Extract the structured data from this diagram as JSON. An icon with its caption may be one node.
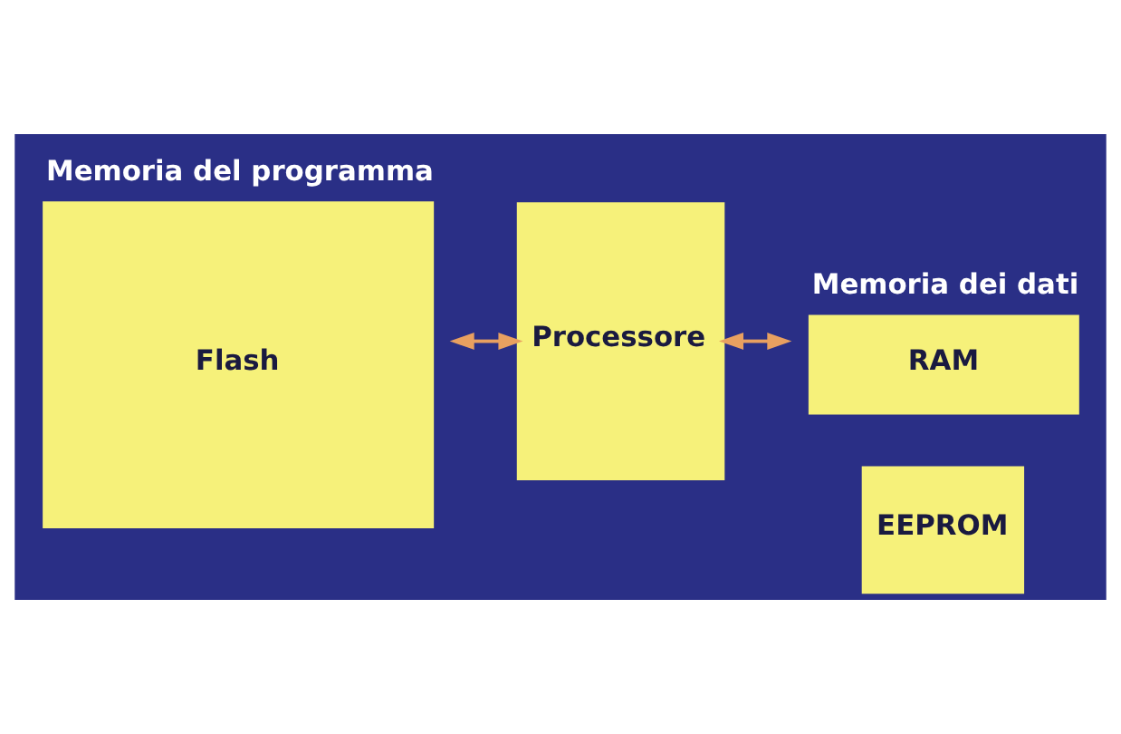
{
  "diagram": {
    "nodes": [
      {
        "text": [
          "Memoria del programma",
          "Flash"
        ]
      },
      {
        "text": [
          "Processore"
        ]
      },
      {
        "text": [
          "Memoria dei dati",
          "RAM"
        ]
      },
      {
        "text": [
          "EEPROM"
        ]
      }
    ],
    "edges": [
      {
        "from": 0,
        "to": 1,
        "arrow": "both"
      },
      {
        "from": 1,
        "to": 2,
        "arrow": "both"
      }
    ]
  }
}
